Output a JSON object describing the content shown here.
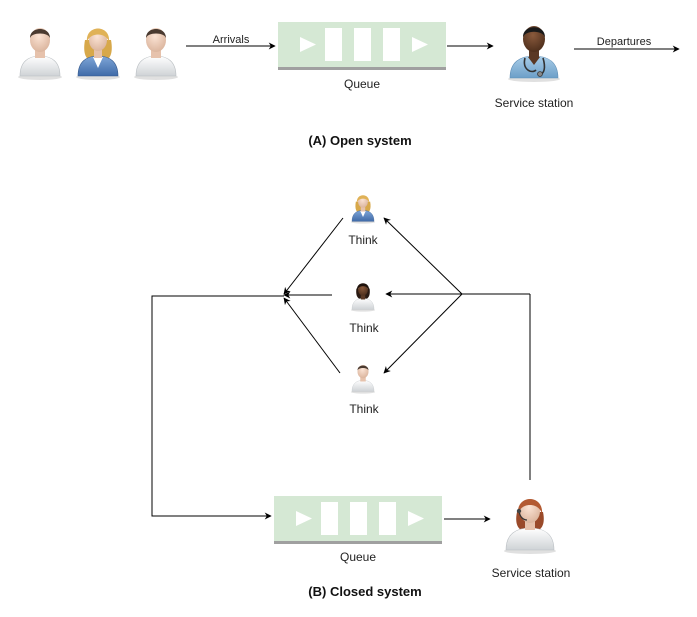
{
  "open_system": {
    "arrivals_label": "Arrivals",
    "queue_label": "Queue",
    "station_label": "Service station",
    "departures_label": "Departures",
    "caption": "(A) Open system"
  },
  "closed_system": {
    "think_labels": [
      "Think",
      "Think",
      "Think"
    ],
    "queue_label": "Queue",
    "station_label": "Service station",
    "caption": "(B) Closed system"
  },
  "colors": {
    "queue_fill": "#d5e8d4",
    "queue_base": "#a0a0a0",
    "arrow": "#000000"
  },
  "icons": [
    "person-man-icon",
    "person-woman-icon",
    "doctor-icon",
    "receptionist-icon"
  ]
}
